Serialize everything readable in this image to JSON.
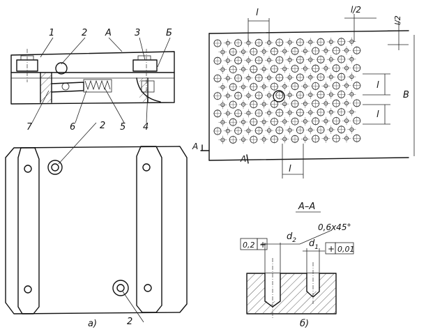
{
  "section_view": {
    "labels": {
      "callout_1": "1",
      "callout_2": "2",
      "callout_3": "3",
      "callout_4": "4",
      "callout_5": "5",
      "callout_6": "6",
      "callout_7": "7",
      "section_marker_a": "A",
      "section_marker_b": "Б"
    }
  },
  "plan_view": {
    "callout_top": "2",
    "callout_bottom": "2",
    "caption": "а)"
  },
  "grid_view": {
    "dim_pitch_top": "l",
    "dim_half_pitch": "l/2",
    "dim_half_pitch_right": "l/2",
    "dim_pitch_right_1": "l",
    "dim_pitch_right_2": "l",
    "dim_height": "B",
    "dim_pitch_bottom": "l",
    "section_marker_left": "A",
    "section_marker_bottom": "A"
  },
  "detail_view": {
    "title": "A–A",
    "chamfer": "0,6x45°",
    "diameter_1": "d",
    "diameter_1_sub": "2",
    "diameter_2": "d",
    "diameter_2_sub": "1",
    "tolerance_1": "0,2",
    "tolerance_2": "0,01",
    "position_symbol": "+",
    "caption": "б)"
  }
}
